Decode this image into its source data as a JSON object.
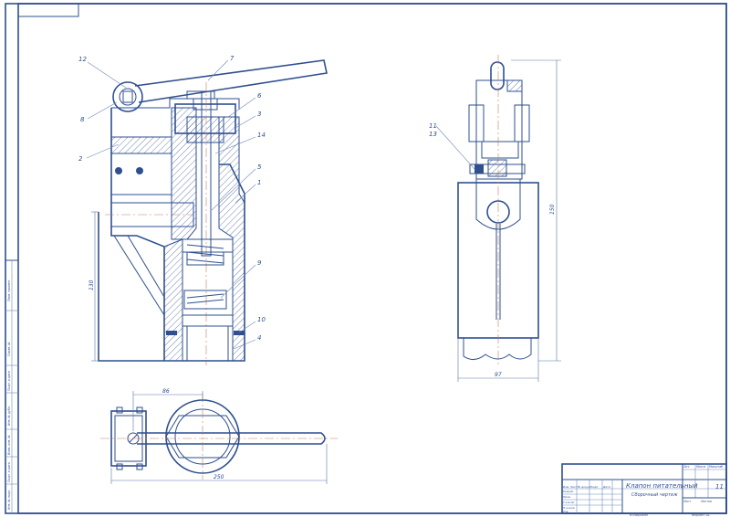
{
  "drawing": {
    "title": "Клапон питательный",
    "subtitle": "Сборочный чертеж",
    "sheet_number": "11",
    "format": "А1"
  },
  "callouts": [
    "12",
    "8",
    "2",
    "7",
    "6",
    "3",
    "14",
    "5",
    "1",
    "9",
    "10",
    "4",
    "11",
    "13"
  ],
  "dimensions": {
    "height_front": "130",
    "height_side": "150",
    "width_side": "97",
    "top_offset": "86",
    "total_length": "250"
  },
  "title_block": {
    "col_headers": [
      "Лит.",
      "Масса",
      "Масштаб"
    ],
    "row_labels": [
      "Изм. Лист",
      "№ докум.",
      "Подп.",
      "Дата"
    ],
    "people_rows": [
      "Разраб.",
      "Пров.",
      "Т.контр.",
      "Н.контр.",
      "Утв."
    ],
    "sheet_label": "Лист",
    "sheets_label": "Листов",
    "copied": "Копировал",
    "format_label": "Формат А1"
  },
  "side_stamp": {
    "labels": [
      "Перв. примен.",
      "Справ. №",
      "Подп. и дата",
      "Инв. № дубл.",
      "Взам. инв. №",
      "Подп. и дата",
      "Инв. № подл."
    ]
  }
}
